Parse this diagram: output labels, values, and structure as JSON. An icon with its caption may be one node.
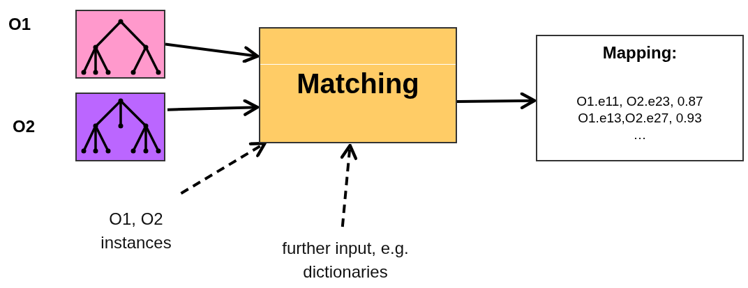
{
  "diagram": {
    "nodes": [
      {
        "text": [],
        "shape": "picture",
        "beside": [
          "O1"
        ]
      },
      {
        "text": [],
        "shape": "picture",
        "beside": [
          "O2"
        ]
      },
      {
        "text": [
          "Matching"
        ]
      },
      {
        "text": [
          "Mapping:",
          "O1.e11, O2.e23, 0.87",
          "O1.e13,O2.e27, 0.93",
          "…"
        ]
      },
      {
        "text": [
          "O1, O2 instances"
        ]
      },
      {
        "text": [
          "further input, e.g. dictionaries"
        ]
      }
    ],
    "edges": [
      {
        "from": 0,
        "to": 2,
        "arrow": "to"
      },
      {
        "from": 1,
        "to": 2,
        "arrow": "to"
      },
      {
        "from": 2,
        "to": 3,
        "arrow": "to"
      },
      {
        "from": 4,
        "to": 2,
        "arrow": "to",
        "style": "dashed"
      },
      {
        "from": 5,
        "to": 2,
        "arrow": "to",
        "style": "dashed"
      }
    ]
  }
}
